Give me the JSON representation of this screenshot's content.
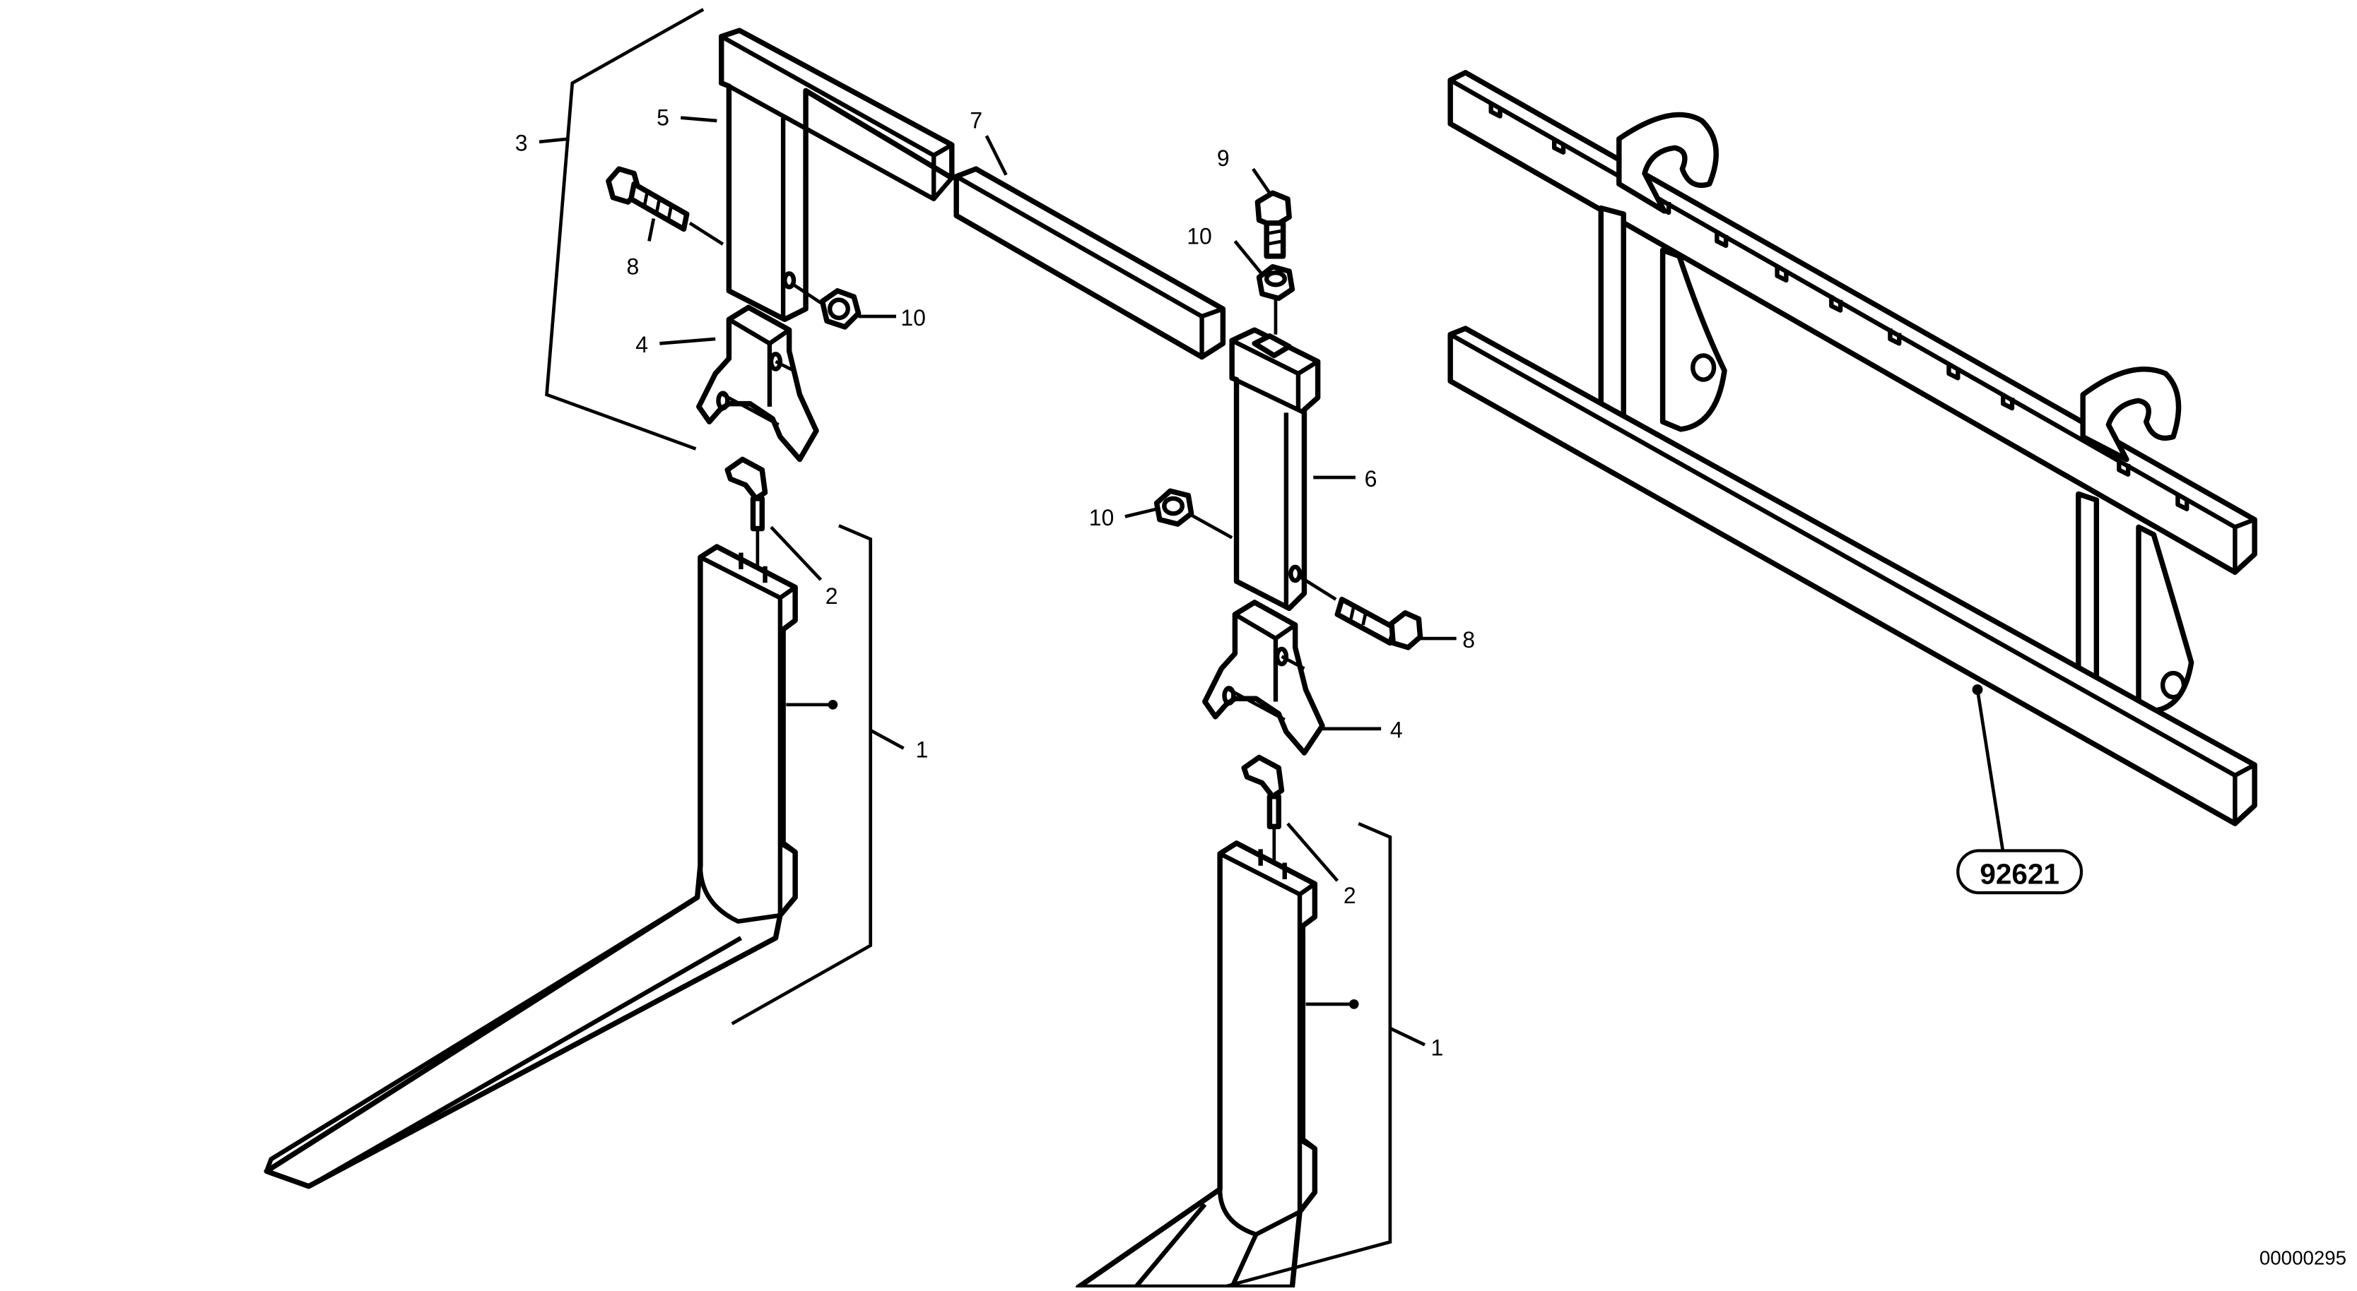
{
  "diagram": {
    "callouts": {
      "c1a": "1",
      "c1b": "1",
      "c2a": "2",
      "c2b": "2",
      "c3": "3",
      "c4a": "4",
      "c4b": "4",
      "c5": "5",
      "c6": "6",
      "c7": "7",
      "c8a": "8",
      "c8b": "8",
      "c9": "9",
      "c10a": "10",
      "c10b": "10",
      "c10c": "10"
    },
    "reference_number": "92621",
    "document_number": "00000295"
  }
}
